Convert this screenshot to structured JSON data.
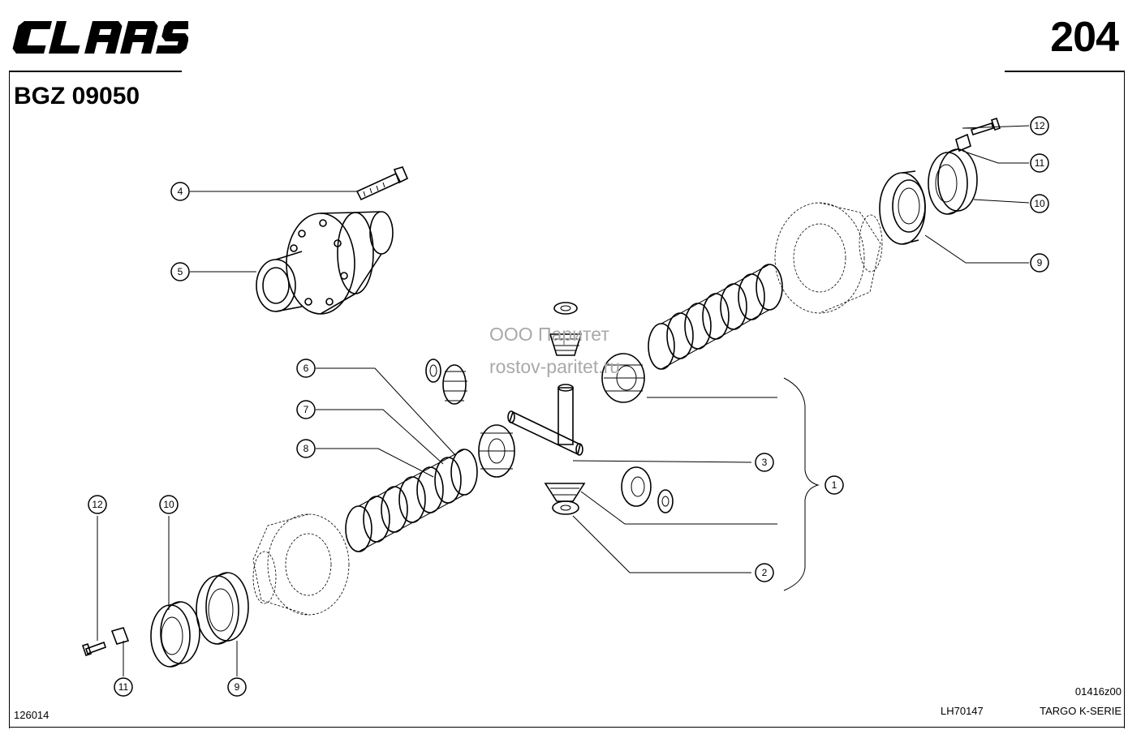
{
  "header": {
    "brand": "CLAAS",
    "page_number": "204",
    "group_code": "BGZ 09050"
  },
  "watermark": {
    "line1": "ООО Паритет",
    "line2": "rostov-paritet.ru"
  },
  "footer": {
    "drawing_ref": "01416z00",
    "lh_ref": "LH70147",
    "series": "TARGO K-SERIE",
    "sheet_ref": "126014"
  },
  "callouts": [
    {
      "id": "c1",
      "label": "1"
    },
    {
      "id": "c2",
      "label": "2"
    },
    {
      "id": "c3",
      "label": "3"
    },
    {
      "id": "c4",
      "label": "4"
    },
    {
      "id": "c5",
      "label": "5"
    },
    {
      "id": "c6",
      "label": "6"
    },
    {
      "id": "c7",
      "label": "7"
    },
    {
      "id": "c8",
      "label": "8"
    },
    {
      "id": "c9a",
      "label": "9"
    },
    {
      "id": "c9b",
      "label": "9"
    },
    {
      "id": "c10a",
      "label": "10"
    },
    {
      "id": "c10b",
      "label": "10"
    },
    {
      "id": "c11a",
      "label": "11"
    },
    {
      "id": "c11b",
      "label": "11"
    },
    {
      "id": "c12a",
      "label": "12"
    },
    {
      "id": "c12b",
      "label": "12"
    }
  ]
}
